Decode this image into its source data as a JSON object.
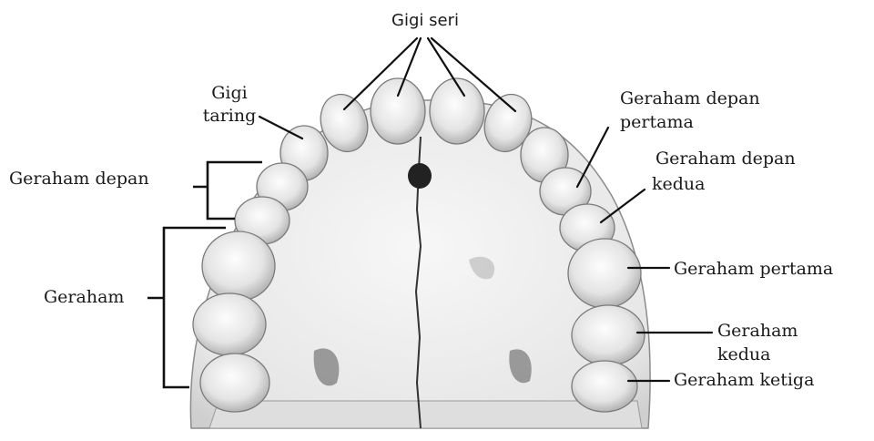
{
  "labels": {
    "incisors": "Gigi seri",
    "canine_line1": "Gigi",
    "canine_line2": "taring",
    "premolars_group": "Geraham depan",
    "molars_group": "Geraham",
    "first_premolar_line1": "Geraham depan",
    "first_premolar_line2": "pertama",
    "second_premolar_line1": "Geraham depan",
    "second_premolar_line2": "kedua",
    "first_molar": "Geraham pertama",
    "second_molar_line1": "Geraham",
    "second_molar_line2": "kedua",
    "third_molar": "Geraham ketiga"
  },
  "colors": {
    "line": "#111111",
    "tooth": "#e9e9e9",
    "tooth_shadow": "#9a9a9a",
    "palate": "#f1f1f1",
    "text": "#1a1a1a"
  }
}
